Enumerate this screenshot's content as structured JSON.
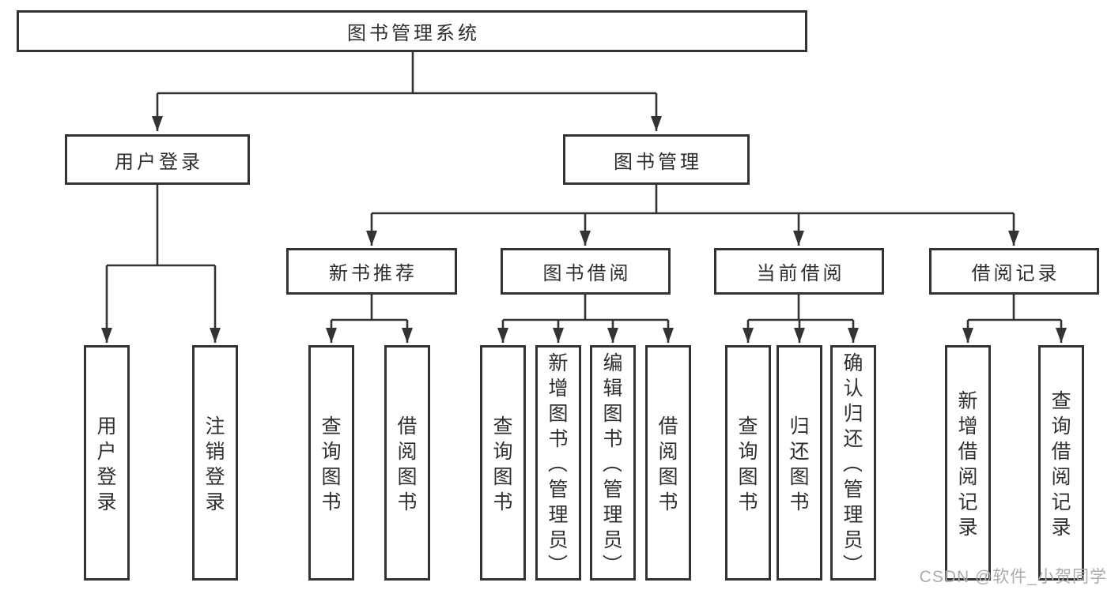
{
  "diagram": {
    "root_label": "图书管理系统",
    "branches": [
      {
        "label": "用户登录",
        "children": [
          "用户登录",
          "注销登录"
        ]
      },
      {
        "label": "图书管理",
        "sections": [
          {
            "label": "新书推荐",
            "children": [
              "查询图书",
              "借阅图书"
            ]
          },
          {
            "label": "图书借阅",
            "children": [
              "查询图书",
              "新增图书（管理员）",
              "编辑图书（管理员）",
              "借阅图书"
            ]
          },
          {
            "label": "当前借阅",
            "children": [
              "查询图书",
              "归还图书",
              "确认归还（管理员）"
            ]
          },
          {
            "label": "借阅记录",
            "children": [
              "新增借阅记录",
              "查询借阅记录"
            ]
          }
        ]
      }
    ]
  },
  "watermark": "CSDN @软件_小贺同学",
  "colors": {
    "line": "#333333",
    "text": "#2f2f2f",
    "watermark": "#ababab",
    "background": "#ffffff"
  }
}
